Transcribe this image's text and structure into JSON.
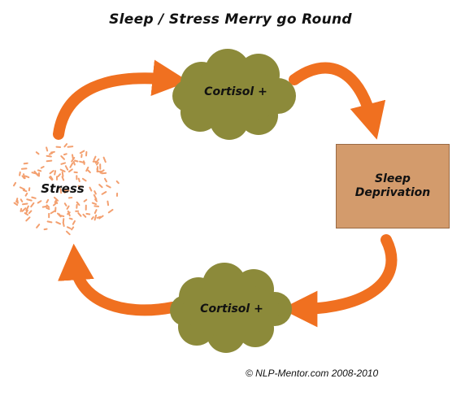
{
  "title": "Sleep / Stress Merry go Round",
  "nodes": {
    "cortisol_top": "Cortisol +",
    "sleep_deprivation": "Sleep\nDeprivation",
    "cortisol_bottom": "Cortisol +",
    "stress": "Stress"
  },
  "copyright": "© NLP-Mentor.com 2008-2010",
  "colors": {
    "arrow": "#f07020",
    "cloud": "#8c8a3a",
    "sleep_box": "#d39b6c",
    "stress_dashes": "#f3a070",
    "text": "#111111"
  },
  "icons": {
    "cloud_shape": "cloud-icon",
    "arrow_shape": "curved-arrow-icon"
  }
}
